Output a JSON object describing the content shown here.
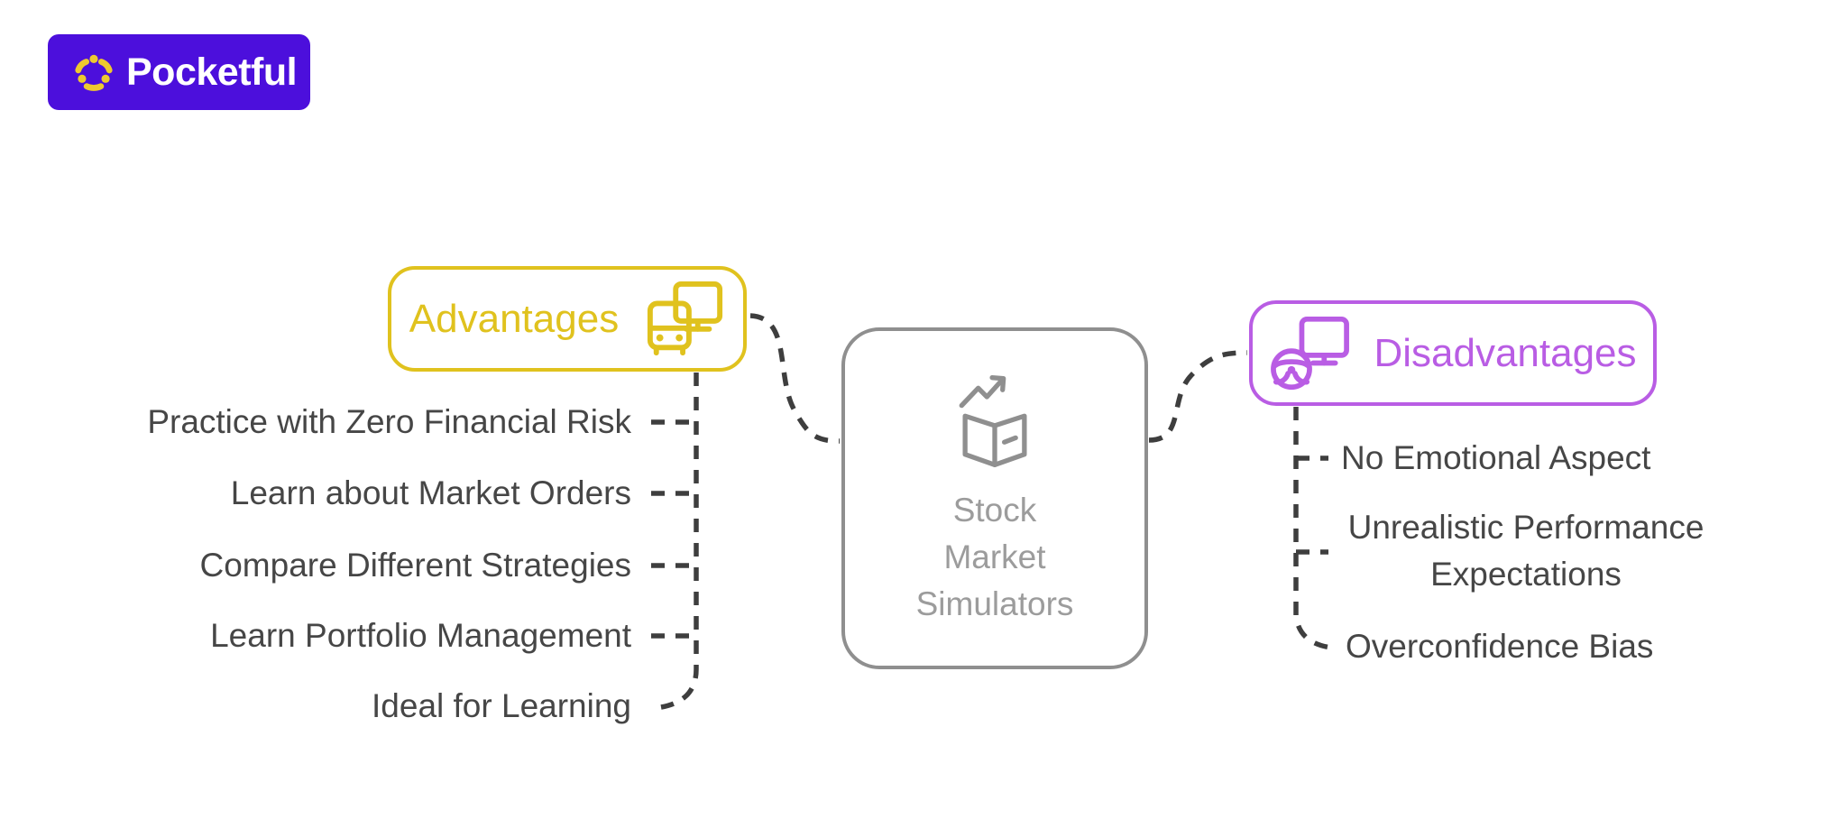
{
  "brand": {
    "name": "Pocketful"
  },
  "root_node": {
    "lines": [
      "Stock",
      "Market",
      "Simulators"
    ]
  },
  "advantages": {
    "label": "Advantages",
    "items": [
      "Practice with Zero Financial Risk",
      "Learn about Market Orders",
      "Compare Different Strategies",
      "Learn Portfolio Management",
      "Ideal for Learning"
    ]
  },
  "disadvantages": {
    "label": "Disadvantages",
    "items": [
      "No Emotional Aspect",
      "Unrealistic Performance Expectations",
      "Overconfidence Bias"
    ]
  },
  "colors": {
    "advantages": "#e0c21e",
    "disadvantages": "#b95de4",
    "root": "#8f8f8f",
    "root_text": "#9c9c9c",
    "text": "#464646",
    "connector": "#3e3e3e",
    "brand_bg": "#4c0fdc",
    "brand_icon": "#eec92f"
  }
}
